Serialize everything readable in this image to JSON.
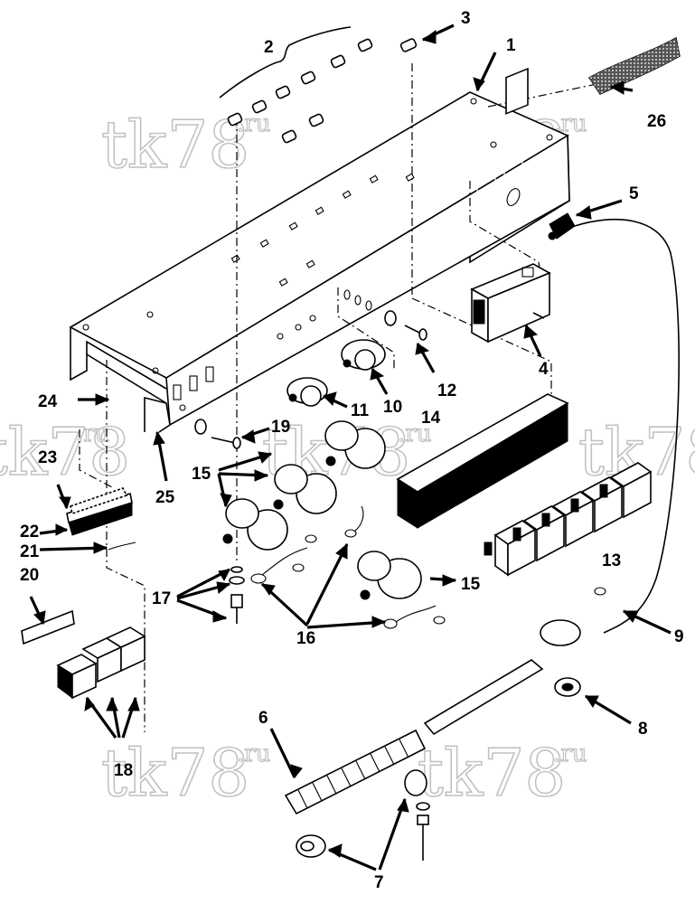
{
  "diagram": {
    "callouts": [
      {
        "id": "c1",
        "text": "1"
      },
      {
        "id": "c2",
        "text": "2"
      },
      {
        "id": "c3",
        "text": "3"
      },
      {
        "id": "c4",
        "text": "4"
      },
      {
        "id": "c5",
        "text": "5"
      },
      {
        "id": "c6",
        "text": "6"
      },
      {
        "id": "c7",
        "text": "7"
      },
      {
        "id": "c8",
        "text": "8"
      },
      {
        "id": "c9",
        "text": "9"
      },
      {
        "id": "c10",
        "text": "10"
      },
      {
        "id": "c11",
        "text": "11"
      },
      {
        "id": "c12",
        "text": "12"
      },
      {
        "id": "c13",
        "text": "13"
      },
      {
        "id": "c14",
        "text": "14"
      },
      {
        "id": "c15a",
        "text": "15"
      },
      {
        "id": "c15b",
        "text": "15"
      },
      {
        "id": "c16",
        "text": "16"
      },
      {
        "id": "c17",
        "text": "17"
      },
      {
        "id": "c18",
        "text": "18"
      },
      {
        "id": "c19",
        "text": "19"
      },
      {
        "id": "c20",
        "text": "20"
      },
      {
        "id": "c21",
        "text": "21"
      },
      {
        "id": "c22",
        "text": "22"
      },
      {
        "id": "c23",
        "text": "23"
      },
      {
        "id": "c24",
        "text": "24"
      },
      {
        "id": "c25",
        "text": "25"
      },
      {
        "id": "c26",
        "text": "26"
      }
    ]
  },
  "watermark": {
    "text": "tk78",
    "suffix": ".ru"
  }
}
